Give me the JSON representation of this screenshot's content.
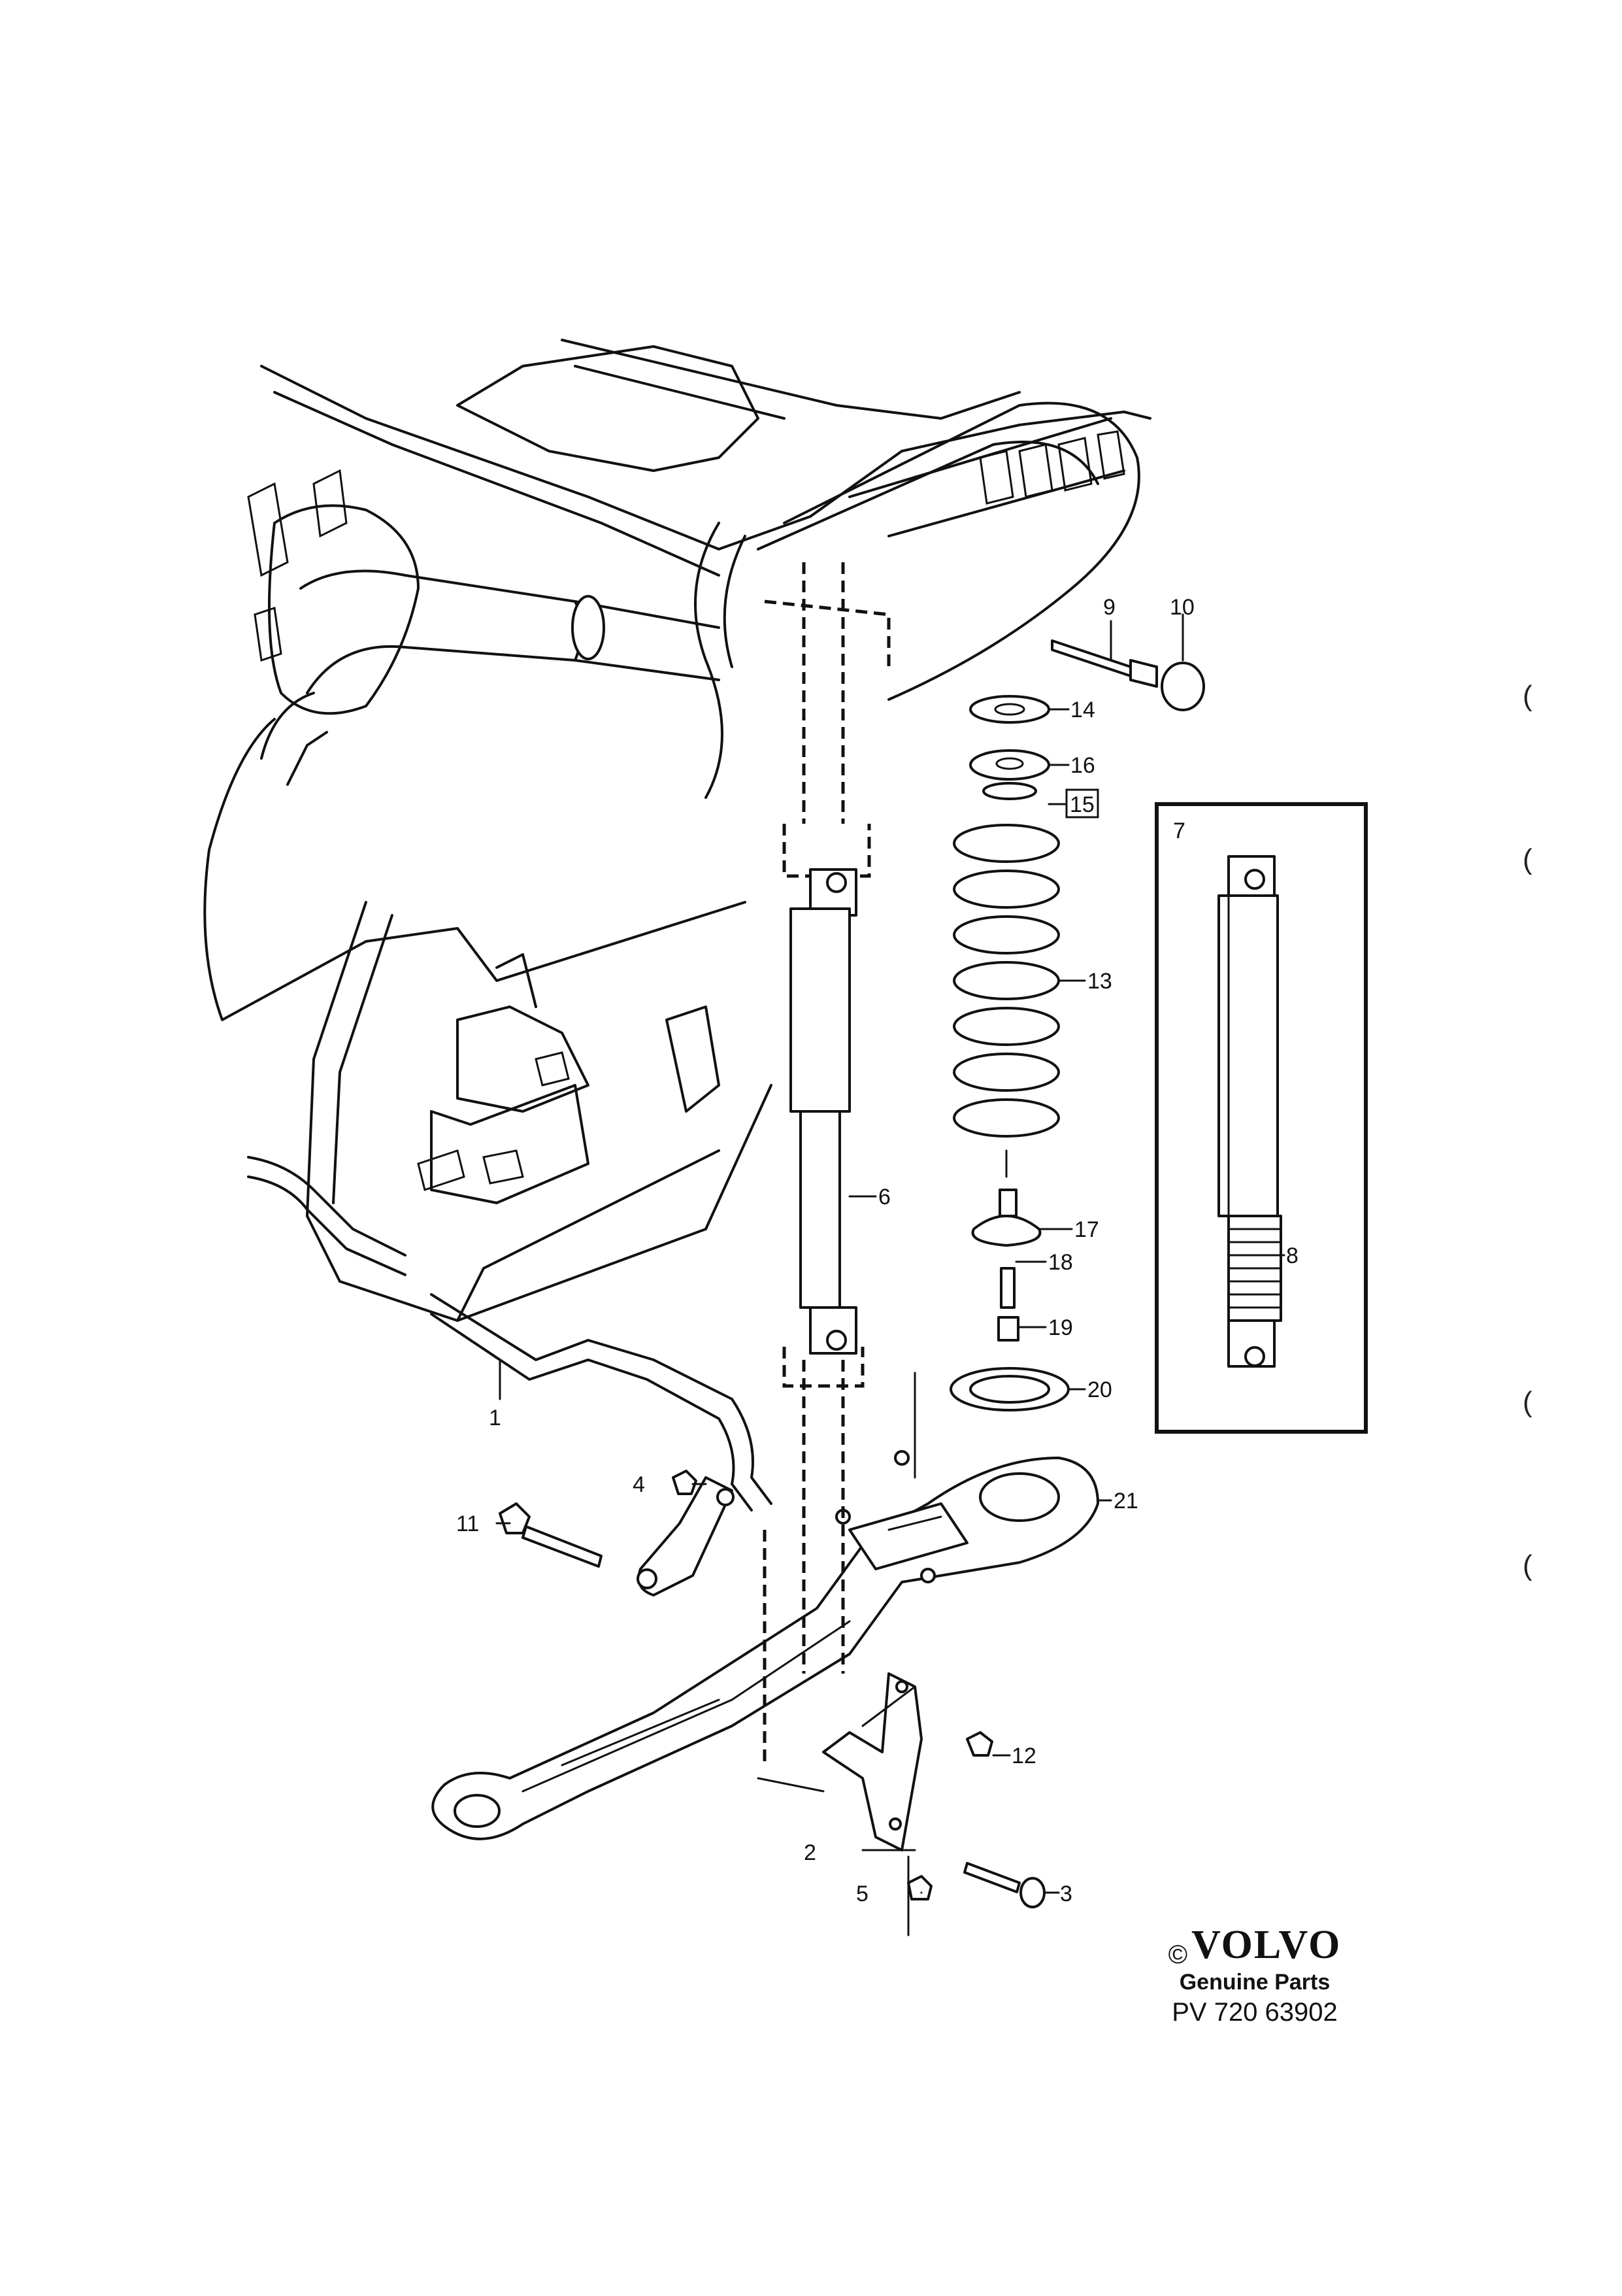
{
  "callouts": [
    {
      "id": "1",
      "label": "1"
    },
    {
      "id": "2",
      "label": "2"
    },
    {
      "id": "3",
      "label": "3"
    },
    {
      "id": "4",
      "label": "4"
    },
    {
      "id": "5",
      "label": "5"
    },
    {
      "id": "6",
      "label": "6"
    },
    {
      "id": "7",
      "label": "7"
    },
    {
      "id": "8",
      "label": "8"
    },
    {
      "id": "9",
      "label": "9"
    },
    {
      "id": "10",
      "label": "10"
    },
    {
      "id": "11",
      "label": "11"
    },
    {
      "id": "12",
      "label": "12"
    },
    {
      "id": "13",
      "label": "13"
    },
    {
      "id": "14",
      "label": "14"
    },
    {
      "id": "15",
      "label": "15"
    },
    {
      "id": "16",
      "label": "16"
    },
    {
      "id": "17",
      "label": "17"
    },
    {
      "id": "18",
      "label": "18"
    },
    {
      "id": "19",
      "label": "19"
    },
    {
      "id": "20",
      "label": "20"
    },
    {
      "id": "21",
      "label": "21"
    }
  ],
  "brand": {
    "copyright": "©",
    "logo": "VOLVO",
    "subtitle": "Genuine Parts",
    "reference": "PV  720 63902"
  },
  "margin_marks": [
    "(",
    "(",
    "(",
    "("
  ]
}
